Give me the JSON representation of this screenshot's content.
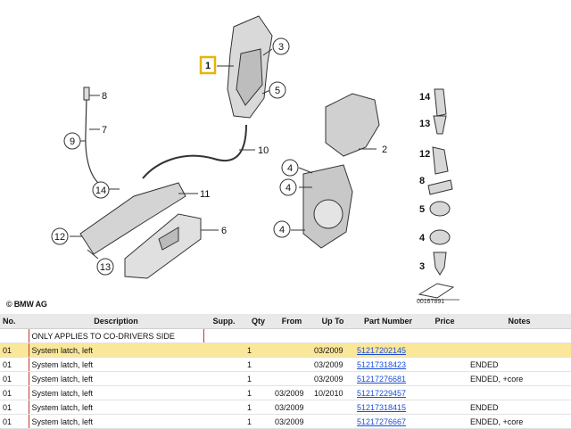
{
  "diagram": {
    "callouts": [
      "1",
      "2",
      "3",
      "4",
      "4",
      "4",
      "5",
      "6",
      "7",
      "8",
      "9",
      "10",
      "11",
      "12",
      "13",
      "14"
    ],
    "side_labels": [
      "14",
      "13",
      "12",
      "8",
      "5",
      "4",
      "3"
    ],
    "copyright": "© BMW AG",
    "image_id": "00167891"
  },
  "table": {
    "headers": {
      "no": "No.",
      "description": "Description",
      "supp": "Supp.",
      "qty": "Qty",
      "from": "From",
      "up_to": "Up To",
      "part_number": "Part Number",
      "price": "Price",
      "notes": "Notes"
    },
    "section_note": "ONLY APPLIES TO CO-DRIVERS SIDE",
    "rows": [
      {
        "no": "01",
        "description": "System latch, left",
        "supp": "",
        "qty": "1",
        "from": "",
        "up_to": "03/2009",
        "part_number": "51217202145",
        "price": "",
        "notes": ""
      },
      {
        "no": "01",
        "description": "System latch, left",
        "supp": "",
        "qty": "1",
        "from": "",
        "up_to": "03/2009",
        "part_number": "51217318423",
        "price": "",
        "notes": "ENDED"
      },
      {
        "no": "01",
        "description": "System latch, left",
        "supp": "",
        "qty": "1",
        "from": "",
        "up_to": "03/2009",
        "part_number": "51217276681",
        "price": "",
        "notes": "ENDED, +core"
      },
      {
        "no": "01",
        "description": "System latch, left",
        "supp": "",
        "qty": "1",
        "from": "03/2009",
        "up_to": "10/2010",
        "part_number": "51217229457",
        "price": "",
        "notes": ""
      },
      {
        "no": "01",
        "description": "System latch, left",
        "supp": "",
        "qty": "1",
        "from": "03/2009",
        "up_to": "",
        "part_number": "51217318415",
        "price": "",
        "notes": "ENDED"
      },
      {
        "no": "01",
        "description": "System latch, left",
        "supp": "",
        "qty": "1",
        "from": "03/2009",
        "up_to": "",
        "part_number": "51217276667",
        "price": "",
        "notes": "ENDED, +core"
      }
    ]
  },
  "colors": {
    "selected_row": "#fbe79a",
    "highlight_box": "#e8b400",
    "link": "#1a4fd6",
    "section_border": "#c0392b"
  }
}
